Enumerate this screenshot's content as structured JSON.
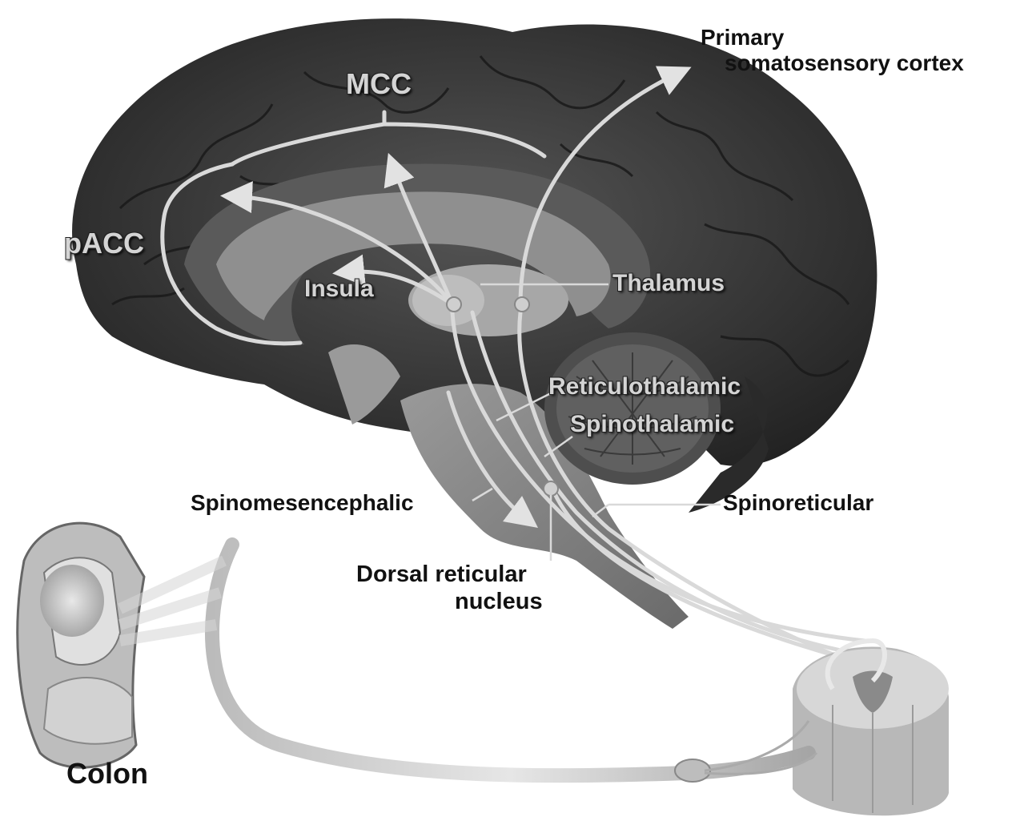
{
  "labels": {
    "title_fragment": "",
    "primary_somatosensory_line1": "Primary",
    "primary_somatosensory_line2": "somatosensory cortex",
    "mcc": "MCC",
    "pacc": "pACC",
    "insula": "Insula",
    "thalamus": "Thalamus",
    "reticulothalamic": "Reticulothalamic",
    "spinothalamic": "Spinothalamic",
    "spinomesencephalic": "Spinomesencephalic",
    "spinoreticular": "Spinoreticular",
    "dorsal_reticular_line1": "Dorsal reticular",
    "dorsal_reticular_line2": "nucleus",
    "colon": "Colon"
  },
  "colors": {
    "cortex": "#3f3f3f",
    "cortex_dark": "#2a2a2a",
    "limbic": "#7a7a7a",
    "thalamus": "#a9a9a9",
    "brainstem": "#8a8a8a",
    "cerebellum": "#5a5a5a",
    "pathway": "#d9d9d9",
    "colon_tissue": "#c9c9c9"
  }
}
